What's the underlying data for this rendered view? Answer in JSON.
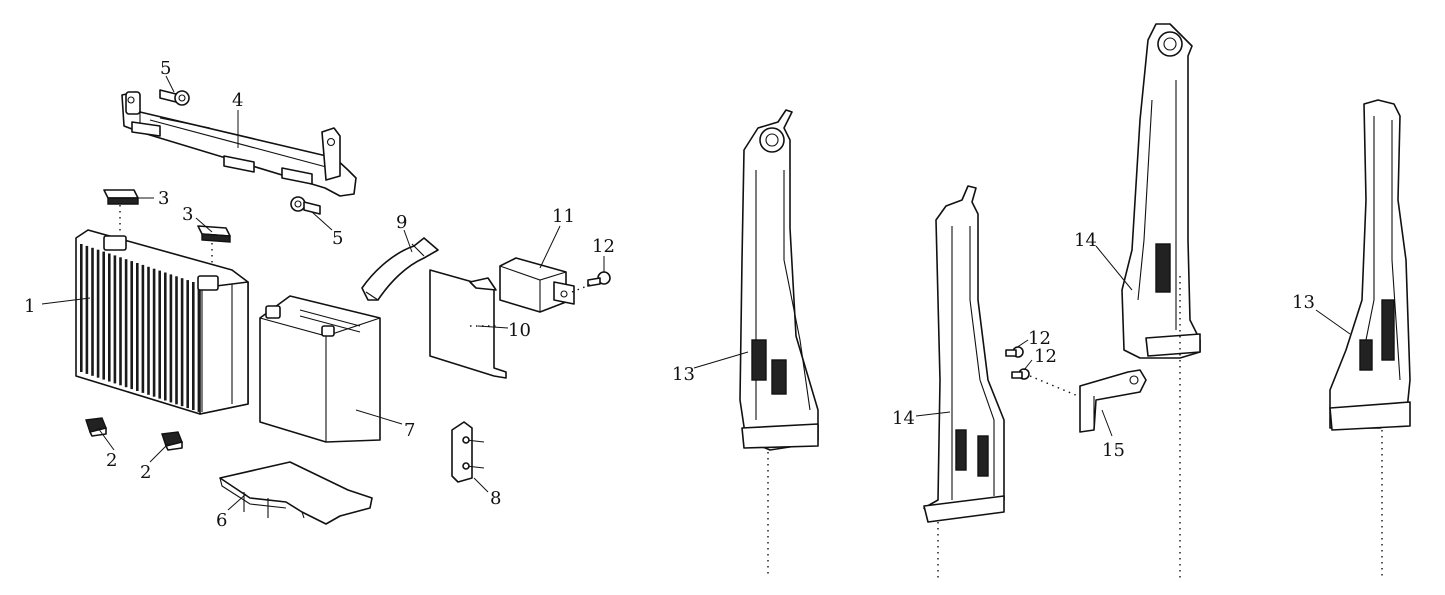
{
  "diagram": {
    "callouts": [
      {
        "id": "c1",
        "label": "1"
      },
      {
        "id": "c2a",
        "label": "2"
      },
      {
        "id": "c2b",
        "label": "2"
      },
      {
        "id": "c3a",
        "label": "3"
      },
      {
        "id": "c3b",
        "label": "3"
      },
      {
        "id": "c4",
        "label": "4"
      },
      {
        "id": "c5a",
        "label": "5"
      },
      {
        "id": "c5b",
        "label": "5"
      },
      {
        "id": "c6",
        "label": "6"
      },
      {
        "id": "c7",
        "label": "7"
      },
      {
        "id": "c8",
        "label": "8"
      },
      {
        "id": "c9",
        "label": "9"
      },
      {
        "id": "c10",
        "label": "10"
      },
      {
        "id": "c11",
        "label": "11"
      },
      {
        "id": "c12a",
        "label": "12"
      },
      {
        "id": "c12b",
        "label": "12"
      },
      {
        "id": "c12c",
        "label": "12"
      },
      {
        "id": "c13a",
        "label": "13"
      },
      {
        "id": "c13b",
        "label": "13"
      },
      {
        "id": "c14a",
        "label": "14"
      },
      {
        "id": "c14b",
        "label": "14"
      },
      {
        "id": "c15",
        "label": "15"
      }
    ]
  }
}
